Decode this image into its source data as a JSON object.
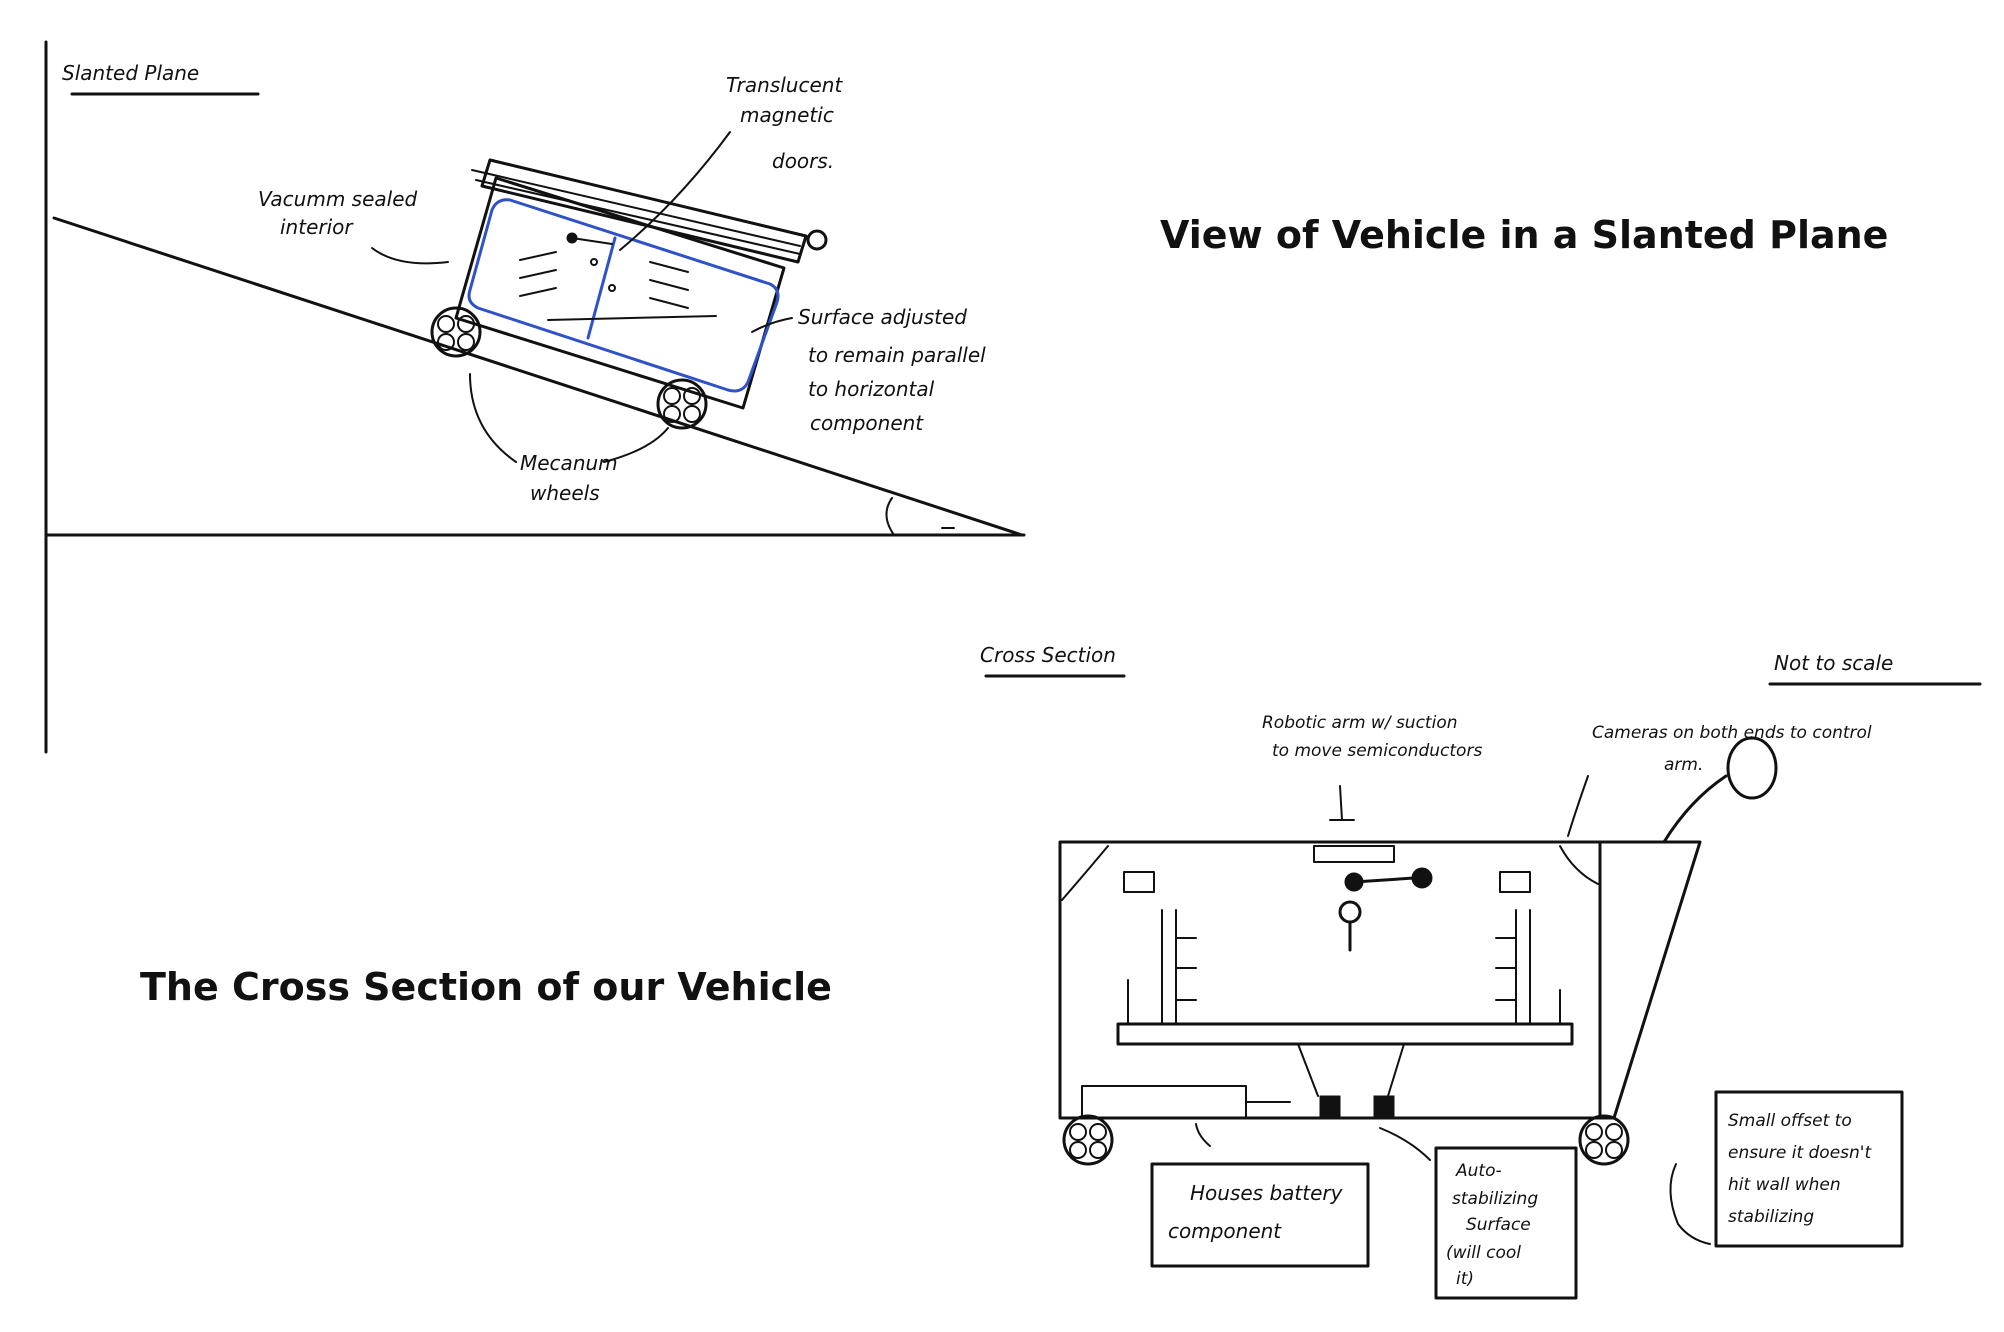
{
  "headings": {
    "slanted_view": "View of Vehicle in a Slanted Plane",
    "cross_section_view": "The Cross Section of our Vehicle"
  },
  "slanted": {
    "title": "Slanted Plane",
    "label_vacuum": [
      "Vacumm sealed",
      "interior"
    ],
    "label_doors": [
      "Translucent",
      "magnetic",
      "doors."
    ],
    "label_surface": [
      "Surface adjusted",
      "to remain parallel",
      "to horizontal",
      "component"
    ],
    "label_wheels": [
      "Mecanum",
      "wheels"
    ]
  },
  "cross": {
    "title": "Cross Section",
    "scale_note": "Not to scale",
    "label_arm": [
      "Robotic arm w/ suction",
      "to move semiconductors"
    ],
    "label_cameras": [
      "Cameras on both ends to control",
      "arm."
    ],
    "label_battery": [
      "Houses battery",
      "component"
    ],
    "label_autostab": [
      "Auto-",
      "stabilizing",
      "Surface",
      "(will cool",
      "it)"
    ],
    "label_offset": [
      "Small offset to",
      "ensure it doesn't",
      "hit wall when",
      "stabilizing"
    ]
  },
  "colors": {
    "ink": "#111111",
    "door_outline": "#2f52c9",
    "background": "#ffffff"
  }
}
